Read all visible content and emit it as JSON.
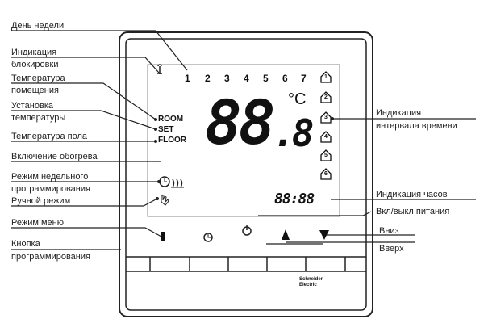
{
  "labels": {
    "day_of_week": "День недели",
    "lock_1": "Индикация",
    "lock_2": "блокировки",
    "room_1": "Температура",
    "room_2": "помещения",
    "set_1": "Установка",
    "set_2": "температуры",
    "floor": "Температура пола",
    "heating": "Включение обогрева",
    "weekly_1": "Режим недельного",
    "weekly_2": "программирования",
    "manual": "Ручной режим",
    "menu": "Режим меню",
    "prog_1": "Кнопка",
    "prog_2": "программирования",
    "interval_1": "Индикация",
    "interval_2": "интервала времени",
    "clock": "Индикация часов",
    "power": "Вкл/выкл питания",
    "down": "Вниз",
    "up": "Вверх"
  },
  "display": {
    "days": [
      "1",
      "2",
      "3",
      "4",
      "5",
      "6",
      "7"
    ],
    "room": "ROOM",
    "set": "SET",
    "floor": "FLOOR",
    "temp_main": "88",
    "temp_decimal": ".8",
    "unit": "°C",
    "clock": "88:88",
    "intervals": [
      "1",
      "2",
      "3",
      "4",
      "5",
      "6"
    ]
  },
  "brand": "Schneider Electric"
}
